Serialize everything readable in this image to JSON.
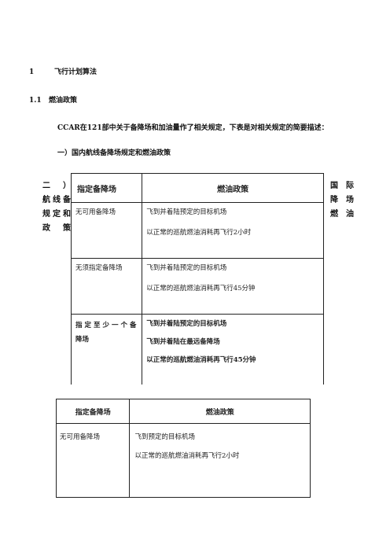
{
  "heading1": {
    "num": "1",
    "text": "飞行计划算法"
  },
  "heading2": {
    "num": "1.1",
    "text": "燃油政策"
  },
  "intro": "CCAR在121部中关于备降场和加油量作了相关规定，下表是对相关规定的简要描述：",
  "section1": "一）国内航线备降场规定和燃油政策",
  "side_left": [
    "二）",
    "航线备",
    "规定和",
    "政策"
  ],
  "side_right": [
    "国际",
    "降场",
    "燃油"
  ],
  "table1": {
    "header": {
      "col1": "指定备降场",
      "col2": "燃油政策"
    },
    "rows": [
      {
        "col1": [
          "无可用备降场"
        ],
        "col2": [
          "飞到并着陆预定的目标机场",
          "以正常的巡航燃油消耗再飞行2小时"
        ]
      },
      {
        "col1": [
          "无须指定备降场"
        ],
        "col2": [
          "飞到并着陆预定的目标机场",
          "以正常的巡航燃油消耗再飞行45分钟"
        ]
      },
      {
        "col1": [
          "指定至少一个备",
          "降场"
        ],
        "col2": [
          "飞到并着陆预定的目标机场",
          "飞到并着陆在最远备降场",
          "以正常的巡航燃油消耗再飞行45分钟"
        ]
      }
    ]
  },
  "table2": {
    "header": {
      "col1": "指定备降场",
      "col2": "燃油政策"
    },
    "rows": [
      {
        "col1": "无可用备降场",
        "col2": [
          "飞到预定的目标机场",
          "以正常的巡航燃油消耗再飞行2小时"
        ]
      }
    ]
  }
}
